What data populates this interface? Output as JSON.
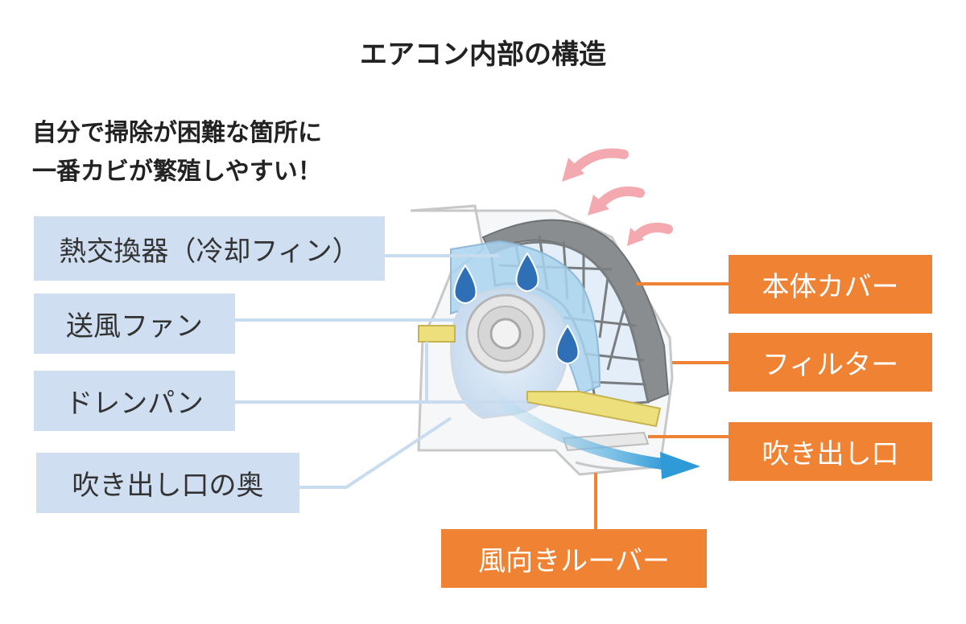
{
  "title": "エアコン内部の構造",
  "note": {
    "line1": "自分で掃除が困難な箇所に",
    "line2": "一番カビが繁殖しやすい！"
  },
  "left_labels": [
    {
      "id": "heat-exchanger",
      "text": "熱交換器（冷却フィン）"
    },
    {
      "id": "blower-fan",
      "text": "送風ファン"
    },
    {
      "id": "drain-pan",
      "text": "ドレンパン"
    },
    {
      "id": "outlet-back",
      "text": "吹き出し口の奥"
    }
  ],
  "right_labels": [
    {
      "id": "body-cover",
      "text": "本体カバー"
    },
    {
      "id": "filter",
      "text": "フィルター"
    },
    {
      "id": "outlet",
      "text": "吹き出し口"
    },
    {
      "id": "louver",
      "text": "風向きルーバー"
    }
  ],
  "colors": {
    "blue_label": "#cfdff1",
    "orange_label": "#f08233",
    "airflow_in": "#f4a9b0",
    "airflow_out": "#2e9ad8"
  }
}
